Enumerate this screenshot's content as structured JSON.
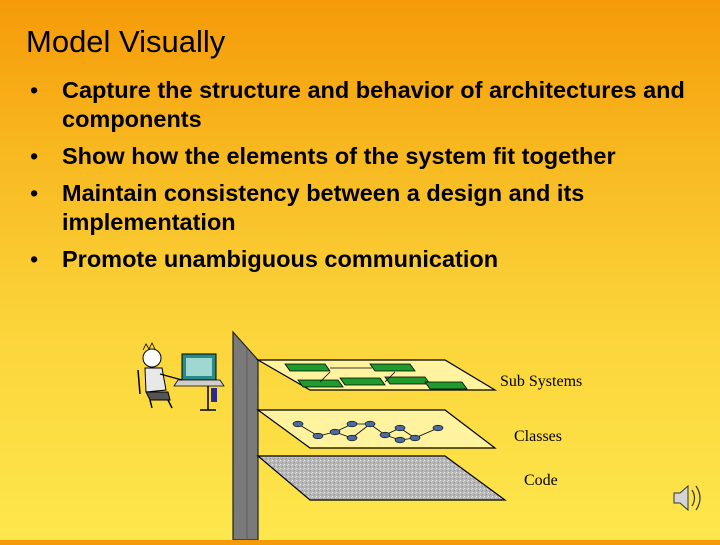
{
  "slide": {
    "title": "Model Visually",
    "bullets": [
      "Capture the structure and behavior of architectures and components",
      "Show how the elements of the system fit together",
      "Maintain consistency between a design and its implementation",
      "Promote unambiguous communication"
    ]
  },
  "diagram": {
    "layers": [
      {
        "label": "Sub Systems"
      },
      {
        "label": "Classes"
      },
      {
        "label": "Code"
      }
    ]
  },
  "icons": {
    "person": "person-at-computer-icon",
    "speaker": "speaker-icon"
  },
  "colors": {
    "background_top": "#f59a08",
    "background_bottom": "#fde74c",
    "subsystem_blocks": "#1f9a2c",
    "class_nodes": "#4a6ba0",
    "code_texture": "#c0c0c0"
  }
}
